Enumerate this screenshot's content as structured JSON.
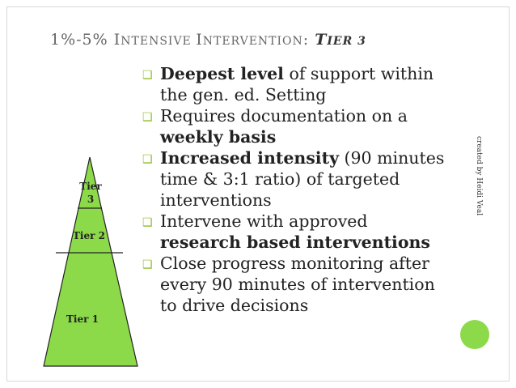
{
  "title": {
    "part1": "1%-5% ",
    "I": "I",
    "ntensive": "NTENSIVE ",
    "I2": "I",
    "ntervention": "NTERVENTION",
    "colon": ": ",
    "T": "T",
    "ier": "IER 3"
  },
  "bullets": [
    {
      "lines": [
        {
          "bold": "Deepest level",
          "rest": " of support within"
        },
        {
          "bold": "",
          "rest": "the gen. ed. Setting"
        }
      ]
    },
    {
      "lines": [
        {
          "bold": "",
          "rest": "Requires documentation on a"
        },
        {
          "bold": "weekly basis",
          "rest": ""
        }
      ]
    },
    {
      "lines": [
        {
          "bold": "Increased intensity",
          "rest": " (90 minutes"
        },
        {
          "bold": "",
          "rest": "time & 3:1 ratio) of targeted"
        },
        {
          "bold": "",
          "rest": "interventions"
        }
      ]
    },
    {
      "lines": [
        {
          "bold": "",
          "rest": "Intervene with approved"
        },
        {
          "bold": "research based interventions",
          "rest": ""
        }
      ]
    },
    {
      "lines": [
        {
          "bold": "",
          "rest": "Close progress monitoring after"
        },
        {
          "bold": "",
          "rest": "every 90 minutes of intervention"
        },
        {
          "bold": "",
          "rest": "to drive decisions"
        }
      ]
    }
  ],
  "pyramid": {
    "tier3_line1": "Tier",
    "tier3_line2": "3",
    "tier2": "Tier 2",
    "tier1": "Tier 1",
    "fill": "#8cd94a"
  },
  "credit": "created by Heidi Veal",
  "accent": "#8cbf26"
}
